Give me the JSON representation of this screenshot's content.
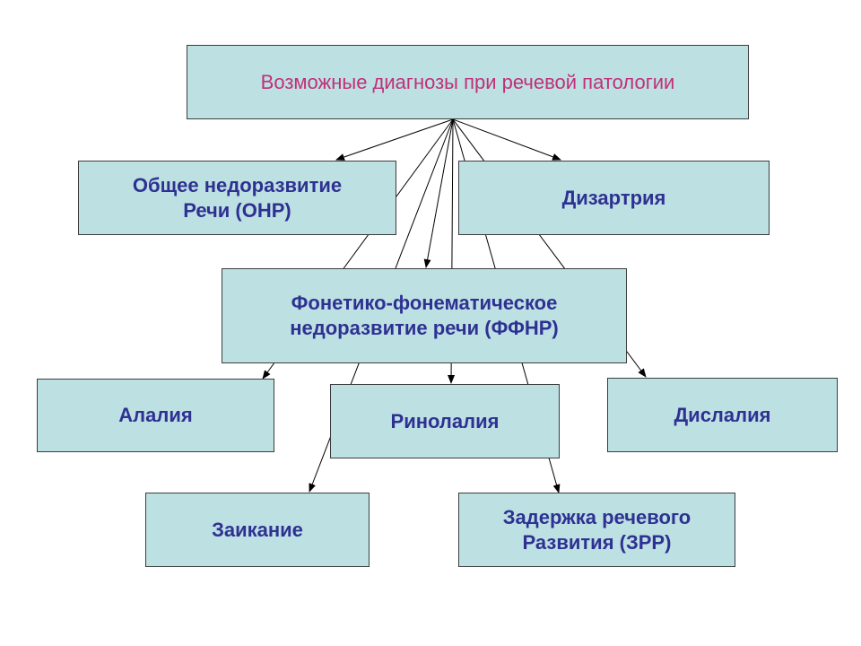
{
  "nodes": {
    "root": "Возможные диагнозы при речевой патологии",
    "onr": "Общее недоразвитие\nРечи (ОНР)",
    "dysarthria": "Дизартрия",
    "ffnr": "Фонетико-фонематическое\nнедоразвитие речи (ФФНР)",
    "alalia": "Алалия",
    "rhinolalia": "Ринолалия",
    "dyslalia": "Дислалия",
    "stuttering": "Заикание",
    "zrr": "Задержка речевого\nРазвития (ЗРР)"
  },
  "colors": {
    "box_fill": "#bde0e3",
    "box_border": "#3c3c3c",
    "root_text": "#c0307a",
    "node_text": "#2e3192"
  }
}
